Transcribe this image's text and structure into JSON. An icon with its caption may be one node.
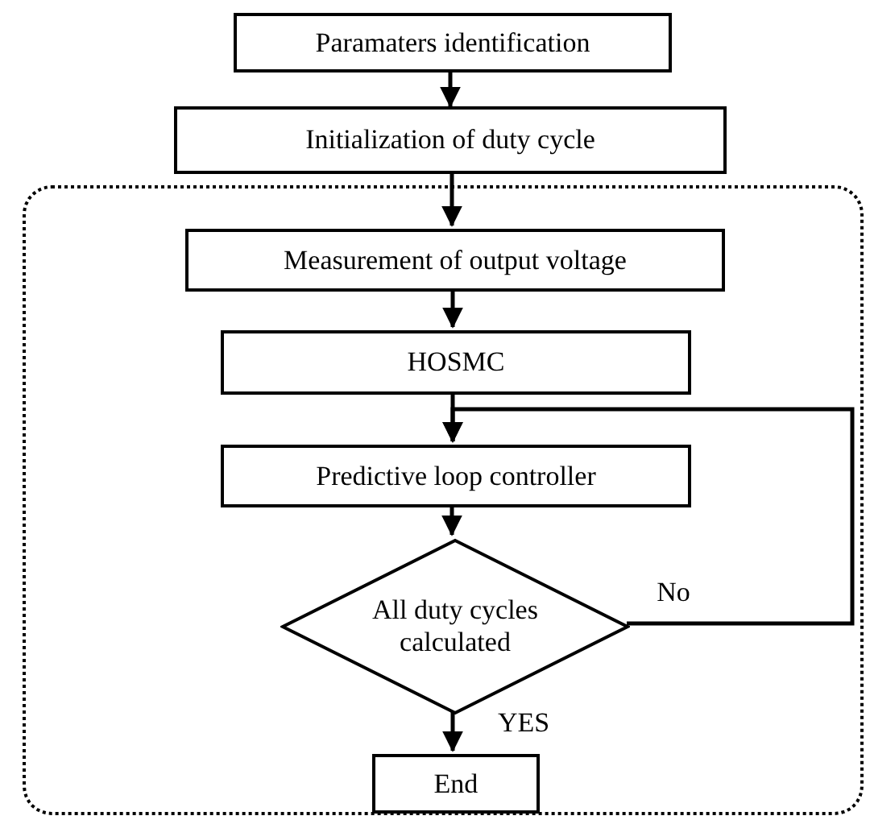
{
  "diagram": {
    "nodes": [
      {
        "text": [
          "Paramaters identification"
        ]
      },
      {
        "text": [
          "Initialization of duty cycle"
        ]
      },
      {
        "text": [],
        "shape": "box"
      },
      {
        "text": [
          "Measurement of output voltage"
        ],
        "in": 2
      },
      {
        "text": [
          "HOSMC"
        ],
        "in": 2
      },
      {
        "text": [
          "Predictive loop controller"
        ],
        "in": 2
      },
      {
        "text": [
          "All duty cycles calculated"
        ],
        "in": 2
      },
      {
        "text": [
          "End"
        ],
        "in": 2
      }
    ],
    "edges": [
      {
        "from": 0,
        "to": 1,
        "arrow": "to"
      },
      {
        "from": 1,
        "to": 3,
        "arrow": "to"
      },
      {
        "from": 3,
        "to": 4,
        "arrow": "to"
      },
      {
        "from": 4,
        "to": 5,
        "arrow": "to"
      },
      {
        "from": 5,
        "to": 6,
        "arrow": "to"
      },
      {
        "from": 6,
        "to": 7,
        "arrow": "to",
        "label": "YES"
      },
      {
        "from": 6,
        "to": 5,
        "arrow": "to",
        "label": "No"
      }
    ]
  }
}
